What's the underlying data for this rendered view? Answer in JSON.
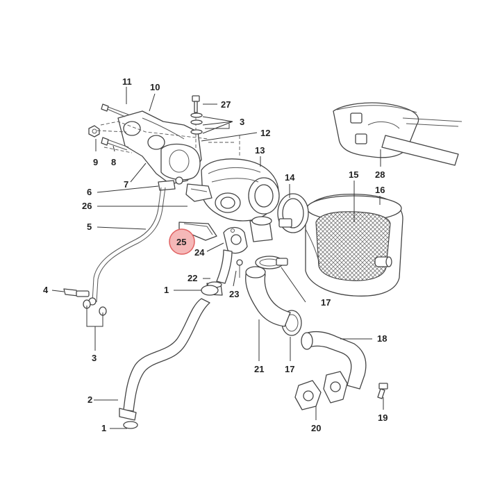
{
  "callouts": [
    {
      "id": "c1a",
      "label": "1"
    },
    {
      "id": "c1b",
      "label": "1"
    },
    {
      "id": "c2",
      "label": "2"
    },
    {
      "id": "c3a",
      "label": "3"
    },
    {
      "id": "c3b",
      "label": "3"
    },
    {
      "id": "c4",
      "label": "4"
    },
    {
      "id": "c5",
      "label": "5"
    },
    {
      "id": "c6",
      "label": "6"
    },
    {
      "id": "c7",
      "label": "7"
    },
    {
      "id": "c8",
      "label": "8"
    },
    {
      "id": "c9",
      "label": "9"
    },
    {
      "id": "c10",
      "label": "10"
    },
    {
      "id": "c11",
      "label": "11"
    },
    {
      "id": "c12",
      "label": "12"
    },
    {
      "id": "c13",
      "label": "13"
    },
    {
      "id": "c14",
      "label": "14"
    },
    {
      "id": "c15",
      "label": "15"
    },
    {
      "id": "c16",
      "label": "16"
    },
    {
      "id": "c17a",
      "label": "17"
    },
    {
      "id": "c17b",
      "label": "17"
    },
    {
      "id": "c18",
      "label": "18"
    },
    {
      "id": "c19",
      "label": "19"
    },
    {
      "id": "c20",
      "label": "20"
    },
    {
      "id": "c21",
      "label": "21"
    },
    {
      "id": "c22",
      "label": "22"
    },
    {
      "id": "c23",
      "label": "23"
    },
    {
      "id": "c24",
      "label": "24"
    },
    {
      "id": "c25",
      "label": "25"
    },
    {
      "id": "c26",
      "label": "26"
    },
    {
      "id": "c27",
      "label": "27"
    },
    {
      "id": "c28",
      "label": "28"
    }
  ],
  "highlight": {
    "label": "25",
    "fill_color": "#f5b8b8",
    "stroke_color": "#e06060"
  },
  "colors": {
    "line": "#444444",
    "background": "#ffffff"
  }
}
